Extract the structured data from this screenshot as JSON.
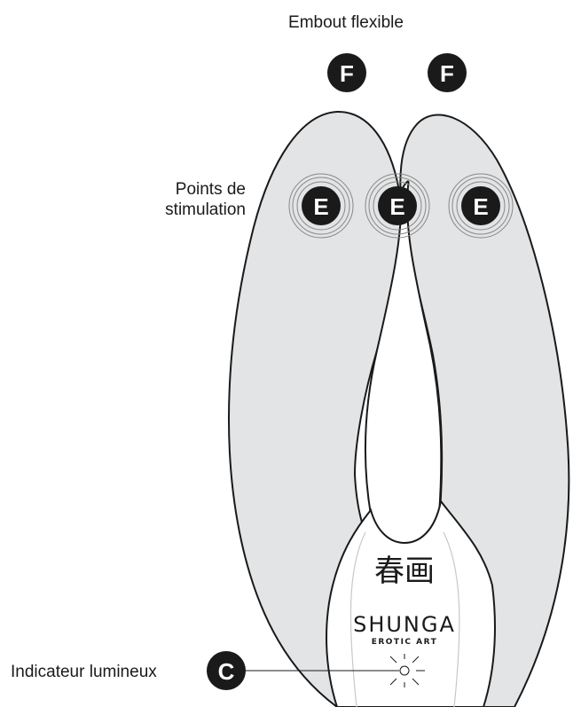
{
  "labels": {
    "flexible_tip": "Embout flexible",
    "stimulation_line1": "Points de",
    "stimulation_line2": "stimulation",
    "light_indicator": "Indicateur lumineux"
  },
  "markers": {
    "flexible_tip": "F",
    "stimulation": "E",
    "light_indicator": "C"
  },
  "brand": {
    "logo_glyph": "春画",
    "name": "SHUNGA",
    "tagline": "EROTIC ART"
  },
  "colors": {
    "body_fill": "#e3e4e5",
    "outline": "#1a1a1a",
    "marker_fill": "#1a1a1a",
    "base_fill": "#ffffff"
  }
}
